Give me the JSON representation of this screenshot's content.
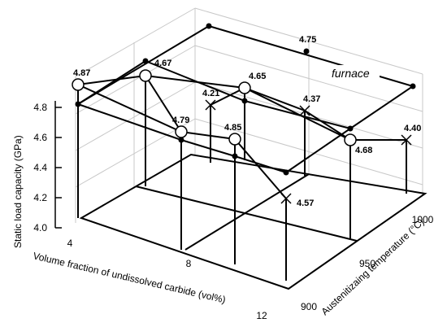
{
  "chart_data": {
    "type": "scatter",
    "chart_kind": "3d-network",
    "title": "",
    "axes": {
      "x": {
        "label": "Volume fraction of undissolved carbide (vol%)",
        "ticks": [
          "4",
          "8",
          "12"
        ],
        "range": [
          4,
          12
        ]
      },
      "y": {
        "label": "Austenitizaing temperature (°C)",
        "ticks": [
          "900",
          "950",
          "1000"
        ],
        "range": [
          900,
          1000
        ]
      },
      "z": {
        "label": "Static load capacity (GPa)",
        "ticks": [
          "4.0",
          "4.2",
          "4.4",
          "4.6",
          "4.8"
        ],
        "range": [
          4.0,
          4.8
        ]
      }
    },
    "grid": true,
    "annotation": "furnace",
    "series": [
      {
        "marker": "circle",
        "points": [
          {
            "vf": 4,
            "temp": 900,
            "value": 4.87
          },
          {
            "vf": 6,
            "temp": 900,
            "value": 4.67
          },
          {
            "vf": 8,
            "temp": 900,
            "value": 4.79
          },
          {
            "vf": 8,
            "temp": 950,
            "value": 4.65
          },
          {
            "vf": 10,
            "temp": 900,
            "value": 4.85
          },
          {
            "vf": 12,
            "temp": 950,
            "value": 4.68
          }
        ]
      },
      {
        "marker": "cross",
        "points": [
          {
            "vf": 8,
            "temp": 950,
            "value": 4.21
          },
          {
            "vf": 12,
            "temp": 900,
            "value": 4.57
          },
          {
            "vf": 10,
            "temp": 1000,
            "value": 4.37
          },
          {
            "vf": 12,
            "temp": 1000,
            "value": 4.4
          }
        ]
      },
      {
        "marker": "dot",
        "points": [
          {
            "vf": 8,
            "temp": 1000,
            "value": 4.75
          }
        ]
      }
    ]
  }
}
